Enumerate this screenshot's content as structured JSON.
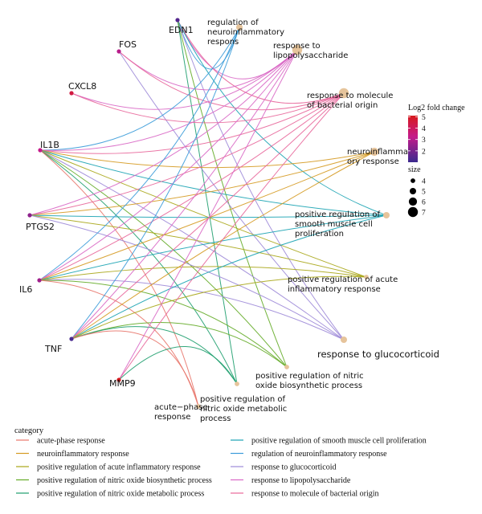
{
  "genes": [
    {
      "name": "EDN1",
      "lfc": 1.4
    },
    {
      "name": "FOS",
      "lfc": 3.0
    },
    {
      "name": "CXCL8",
      "lfc": 4.4
    },
    {
      "name": "IL1B",
      "lfc": 3.2
    },
    {
      "name": "PTGS2",
      "lfc": 2.3
    },
    {
      "name": "IL6",
      "lfc": 2.6
    },
    {
      "name": "TNF",
      "lfc": 1.2
    },
    {
      "name": "MMP9",
      "lfc": 5.0
    }
  ],
  "terms": [
    {
      "name": "acute-phase response",
      "lines": [
        "acute−phase",
        "response"
      ],
      "size": 4
    },
    {
      "name": "positive regulation of nitric oxide metabolic process",
      "lines": [
        "positive regulation of",
        "nitric oxide metabolic",
        "process"
      ],
      "size": 4
    },
    {
      "name": "positive regulation of nitric oxide biosynthetic process",
      "lines": [
        "positive regulation of nitric",
        "oxide biosynthetic process"
      ],
      "size": 4
    },
    {
      "name": "response to glucocorticoid",
      "lines": [
        "response to glucocorticoid"
      ],
      "size": 5
    },
    {
      "name": "positive regulation of acute inflammatory response",
      "lines": [
        "positive regulation of acute",
        "inflammatory response"
      ],
      "size": 4
    },
    {
      "name": "positive regulation of smooth muscle cell proliferation",
      "lines": [
        "positive regulation of",
        "smooth muscle cell",
        "proliferation"
      ],
      "size": 5
    },
    {
      "name": "neuroinflammatory response",
      "lines": [
        "neuroinflamma",
        "ory response"
      ],
      "size": 6
    },
    {
      "name": "response to molecule of bacterial origin",
      "lines": [
        "response to molecule",
        "of bacterial origin"
      ],
      "size": 7
    },
    {
      "name": "response to lipopolysaccharide",
      "lines": [
        "response to",
        "lipopolysaccharide"
      ],
      "size": 7
    },
    {
      "name": "regulation of neuroinflammatory response",
      "lines": [
        "regulation of",
        "neuroinflammatory",
        "respons"
      ],
      "size": 5
    }
  ],
  "edges": [
    {
      "gene": "EDN1",
      "term": "regulation of neuroinflammatory response"
    },
    {
      "gene": "EDN1",
      "term": "response to lipopolysaccharide"
    },
    {
      "gene": "EDN1",
      "term": "response to molecule of bacterial origin"
    },
    {
      "gene": "EDN1",
      "term": "positive regulation of smooth muscle cell proliferation"
    },
    {
      "gene": "EDN1",
      "term": "response to glucocorticoid"
    },
    {
      "gene": "EDN1",
      "term": "positive regulation of nitric oxide metabolic process"
    },
    {
      "gene": "EDN1",
      "term": "positive regulation of nitric oxide biosynthetic process"
    },
    {
      "gene": "FOS",
      "term": "response to lipopolysaccharide"
    },
    {
      "gene": "FOS",
      "term": "response to molecule of bacterial origin"
    },
    {
      "gene": "FOS",
      "term": "response to glucocorticoid"
    },
    {
      "gene": "CXCL8",
      "term": "response to lipopolysaccharide"
    },
    {
      "gene": "CXCL8",
      "term": "response to molecule of bacterial origin"
    },
    {
      "gene": "IL1B",
      "term": "regulation of neuroinflammatory response"
    },
    {
      "gene": "IL1B",
      "term": "response to lipopolysaccharide"
    },
    {
      "gene": "IL1B",
      "term": "response to molecule of bacterial origin"
    },
    {
      "gene": "IL1B",
      "term": "neuroinflammatory response"
    },
    {
      "gene": "IL1B",
      "term": "positive regulation of smooth muscle cell proliferation"
    },
    {
      "gene": "IL1B",
      "term": "positive regulation of acute inflammatory response"
    },
    {
      "gene": "IL1B",
      "term": "response to glucocorticoid"
    },
    {
      "gene": "IL1B",
      "term": "positive regulation of nitric oxide biosynthetic process"
    },
    {
      "gene": "IL1B",
      "term": "positive regulation of nitric oxide metabolic process"
    },
    {
      "gene": "IL1B",
      "term": "acute-phase response"
    },
    {
      "gene": "PTGS2",
      "term": "response to lipopolysaccharide"
    },
    {
      "gene": "PTGS2",
      "term": "response to molecule of bacterial origin"
    },
    {
      "gene": "PTGS2",
      "term": "neuroinflammatory response"
    },
    {
      "gene": "PTGS2",
      "term": "positive regulation of smooth muscle cell proliferation"
    },
    {
      "gene": "PTGS2",
      "term": "positive regulation of acute inflammatory response"
    },
    {
      "gene": "PTGS2",
      "term": "response to glucocorticoid"
    },
    {
      "gene": "IL6",
      "term": "regulation of neuroinflammatory response"
    },
    {
      "gene": "IL6",
      "term": "response to lipopolysaccharide"
    },
    {
      "gene": "IL6",
      "term": "response to molecule of bacterial origin"
    },
    {
      "gene": "IL6",
      "term": "neuroinflammatory response"
    },
    {
      "gene": "IL6",
      "term": "positive regulation of smooth muscle cell proliferation"
    },
    {
      "gene": "IL6",
      "term": "positive regulation of acute inflammatory response"
    },
    {
      "gene": "IL6",
      "term": "response to glucocorticoid"
    },
    {
      "gene": "IL6",
      "term": "positive regulation of nitric oxide biosynthetic process"
    },
    {
      "gene": "IL6",
      "term": "acute-phase response"
    },
    {
      "gene": "TNF",
      "term": "regulation of neuroinflammatory response"
    },
    {
      "gene": "TNF",
      "term": "response to lipopolysaccharide"
    },
    {
      "gene": "TNF",
      "term": "response to molecule of bacterial origin"
    },
    {
      "gene": "TNF",
      "term": "neuroinflammatory response"
    },
    {
      "gene": "TNF",
      "term": "positive regulation of smooth muscle cell proliferation"
    },
    {
      "gene": "TNF",
      "term": "positive regulation of acute inflammatory response"
    },
    {
      "gene": "TNF",
      "term": "positive regulation of nitric oxide biosynthetic process"
    },
    {
      "gene": "TNF",
      "term": "positive regulation of nitric oxide metabolic process"
    },
    {
      "gene": "TNF",
      "term": "acute-phase response"
    },
    {
      "gene": "MMP9",
      "term": "response to lipopolysaccharide"
    },
    {
      "gene": "MMP9",
      "term": "response to molecule of bacterial origin"
    },
    {
      "gene": "MMP9",
      "term": "positive regulation of nitric oxide metabolic process"
    }
  ],
  "legend": {
    "color_title": "Log2 fold change",
    "color_ticks": [
      "5",
      "4",
      "3",
      "2"
    ],
    "color_low": "#3b2a8f",
    "color_mid": "#c51b8a",
    "color_high": "#d7191c",
    "size_title": "size",
    "size_ticks": [
      "4",
      "5",
      "6",
      "7"
    ],
    "category_title": "category"
  },
  "term_node_color": "#e6c49b",
  "categories": [
    {
      "name": "acute-phase response",
      "color": "#e8766b"
    },
    {
      "name": "neuroinflammatory response",
      "color": "#d59a21"
    },
    {
      "name": "positive regulation of acute inflammatory response",
      "color": "#a9a617"
    },
    {
      "name": "positive regulation of nitric oxide biosynthetic process",
      "color": "#63ab26"
    },
    {
      "name": "positive regulation of nitric oxide metabolic process",
      "color": "#1e9e6e"
    },
    {
      "name": "positive regulation of smooth muscle cell proliferation",
      "color": "#1aa3b3"
    },
    {
      "name": "regulation of neuroinflammatory response",
      "color": "#3a9bd9"
    },
    {
      "name": "response to glucocorticoid",
      "color": "#9d8ad8"
    },
    {
      "name": "response to lipopolysaccharide",
      "color": "#d968c5"
    },
    {
      "name": "response to molecule of bacterial origin",
      "color": "#e8669a"
    }
  ]
}
